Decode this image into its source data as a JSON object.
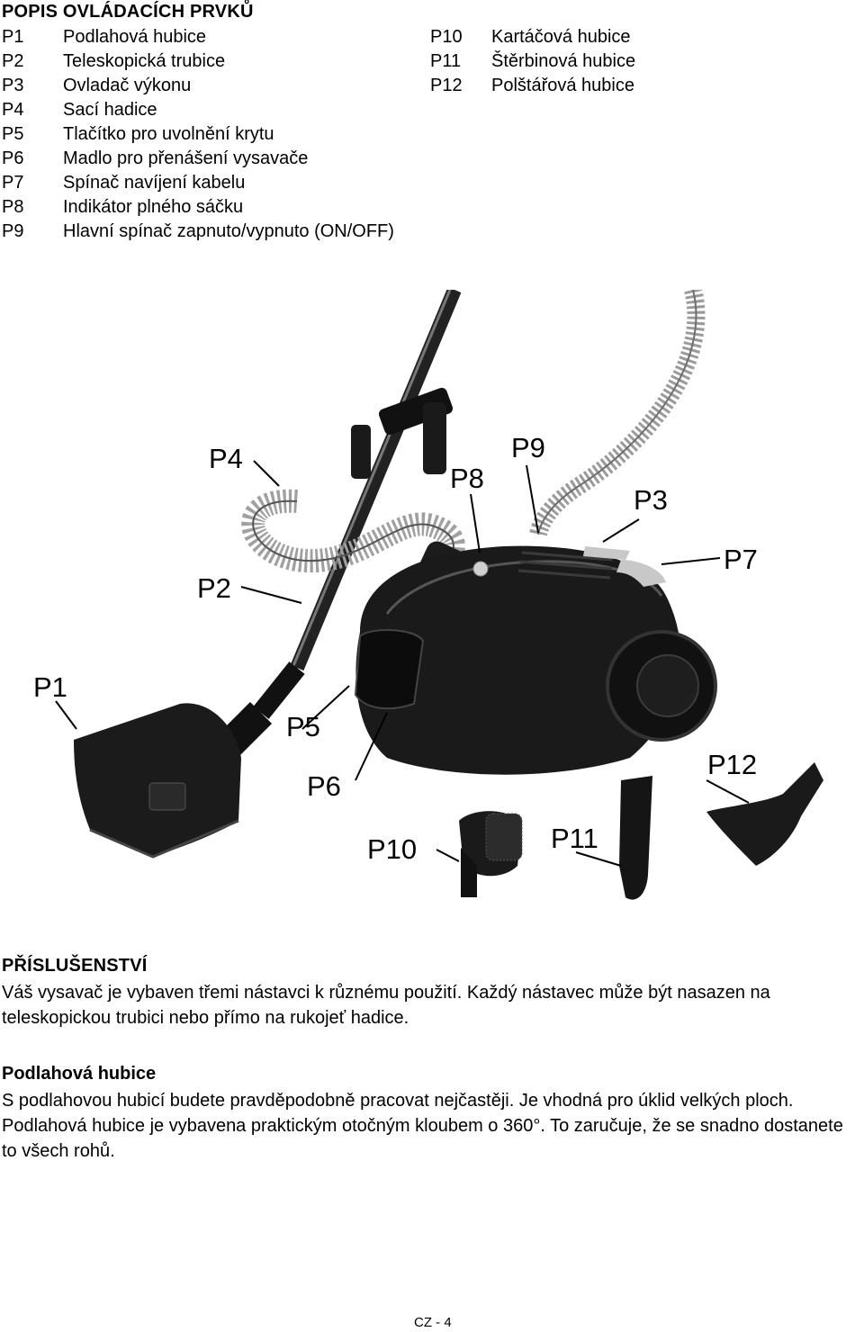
{
  "controls": {
    "heading": "POPIS OVLÁDACÍCH PRVKŮ",
    "left_column": [
      {
        "code": "P1",
        "label": "Podlahová hubice"
      },
      {
        "code": "P2",
        "label": "Teleskopická trubice"
      },
      {
        "code": "P3",
        "label": "Ovladač výkonu"
      },
      {
        "code": "P4",
        "label": "Sací hadice"
      },
      {
        "code": "P5",
        "label": "Tlačítko pro uvolnění krytu"
      },
      {
        "code": "P6",
        "label": "Madlo pro přenášení vysavače"
      },
      {
        "code": "P7",
        "label": "Spínač navíjení kabelu"
      },
      {
        "code": "P8",
        "label": "Indikátor plného sáčku"
      },
      {
        "code": "P9",
        "label": "Hlavní spínač zapnuto/vypnuto (ON/OFF)"
      }
    ],
    "right_column": [
      {
        "code": "P10",
        "label": "Kartáčová hubice"
      },
      {
        "code": "P11",
        "label": "Štěrbinová hubice"
      },
      {
        "code": "P12",
        "label": "Polštářová hubice"
      }
    ]
  },
  "figure": {
    "callouts": [
      "P1",
      "P2",
      "P3",
      "P4",
      "P5",
      "P6",
      "P7",
      "P8",
      "P9",
      "P10",
      "P11",
      "P12"
    ]
  },
  "accessories": {
    "heading": "PŘÍSLUŠENSTVÍ",
    "text": "Váš vysavač je vybaven třemi nástavci k různému použití. Každý nástavec může být nasazen na teleskopickou trubici nebo přímo na rukojeť hadice."
  },
  "floor_nozzle": {
    "heading": "Podlahová hubice",
    "text": "S podlahovou hubicí budete pravděpodobně pracovat nejčastěji. Je vhodná pro úklid velkých ploch. Podlahová hubice je vybavena praktickým otočným kloubem o 360°. To zaručuje, že se snadno dostanete to všech rohů."
  },
  "footer": {
    "page_number": "CZ - 4"
  },
  "colors": {
    "body_black": "#1a1a1a",
    "hose_silver": "#9a9a9a",
    "accent_silver": "#c8c8c8"
  }
}
